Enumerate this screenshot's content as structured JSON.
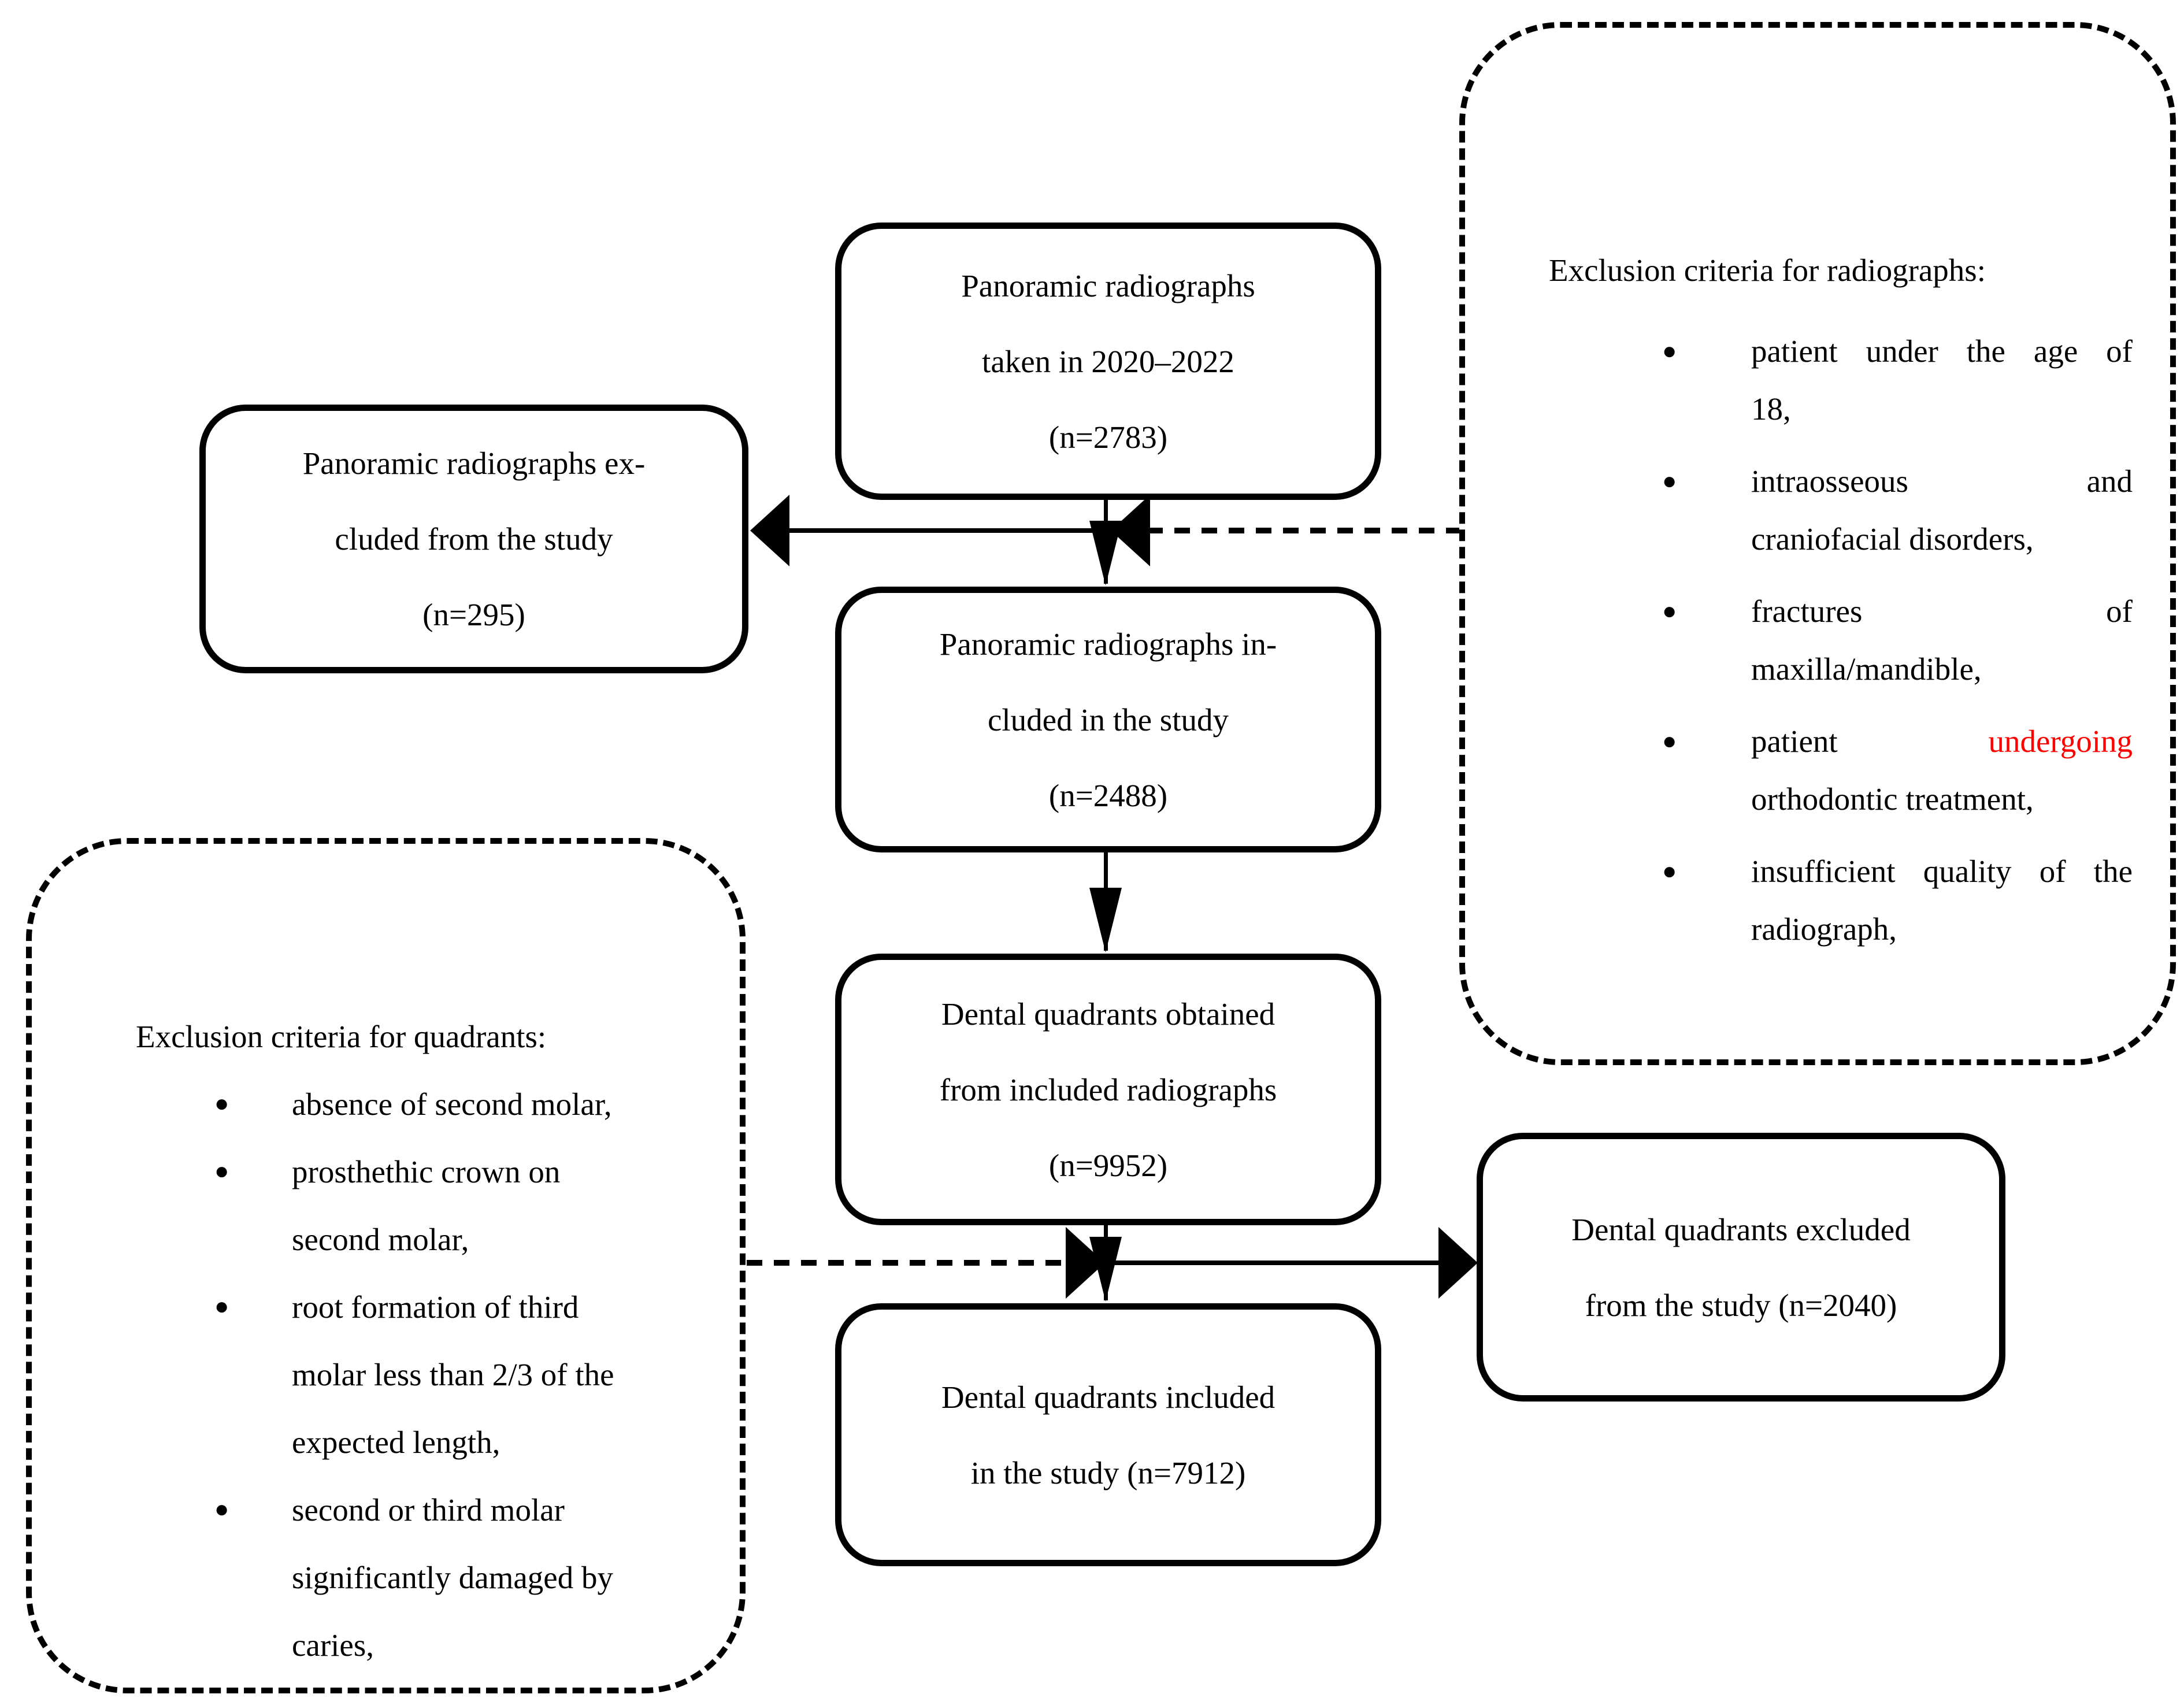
{
  "colors": {
    "line": "#000000",
    "accent_red": "#ff0000",
    "background": "#ffffff"
  },
  "boxes": {
    "radiographs_taken": {
      "lines": [
        "Panoramic radiographs",
        "taken in 2020–2022",
        "(n=2783)"
      ]
    },
    "radiographs_excluded": {
      "lines": [
        "Panoramic radiographs ex-",
        "cluded from the study",
        "(n=295)"
      ]
    },
    "radiographs_included": {
      "lines": [
        "Panoramic radiographs in-",
        "cluded in the study",
        "(n=2488)"
      ]
    },
    "quadrants_obtained": {
      "lines": [
        "Dental quadrants obtained",
        "from included radiographs",
        "(n=9952)"
      ]
    },
    "quadrants_excluded": {
      "lines": [
        "Dental quadrants excluded",
        "from the study (n=2040)"
      ]
    },
    "quadrants_included": {
      "lines": [
        "Dental quadrants included",
        "in the study (n=7912)"
      ]
    }
  },
  "exclusion_radiographs": {
    "title": "Exclusion criteria for radiographs:",
    "items": [
      {
        "lines": [
          {
            "seg": [
              {
                "t": "patient under the age of"
              }
            ],
            "just": true
          },
          {
            "seg": [
              {
                "t": "18,"
              }
            ]
          }
        ]
      },
      {
        "lines": [
          {
            "seg": [
              {
                "t": "intraosseous and"
              }
            ],
            "just": true
          },
          {
            "seg": [
              {
                "t": "craniofacial disorders,"
              }
            ]
          }
        ]
      },
      {
        "lines": [
          {
            "seg": [
              {
                "t": "fractures of"
              }
            ],
            "just": true
          },
          {
            "seg": [
              {
                "t": "maxilla/mandible,"
              }
            ]
          }
        ]
      },
      {
        "lines": [
          {
            "seg": [
              {
                "t": "patient "
              },
              {
                "t": "undergoing",
                "red": true
              }
            ],
            "just": true
          },
          {
            "seg": [
              {
                "t": "orthodontic treatment,"
              }
            ]
          }
        ]
      },
      {
        "lines": [
          {
            "seg": [
              {
                "t": "insufficient quality of the"
              }
            ],
            "just": true
          },
          {
            "seg": [
              {
                "t": "radiograph,"
              }
            ]
          }
        ]
      }
    ]
  },
  "exclusion_quadrants": {
    "title": "Exclusion criteria for quadrants:",
    "items": [
      {
        "lines": [
          {
            "seg": [
              {
                "t": "absence of second molar,"
              }
            ]
          }
        ]
      },
      {
        "lines": [
          {
            "seg": [
              {
                "t": "prosthethic crown on"
              }
            ]
          },
          {
            "seg": [
              {
                "t": "second molar,"
              }
            ]
          }
        ]
      },
      {
        "lines": [
          {
            "seg": [
              {
                "t": "root formation of third"
              }
            ]
          },
          {
            "seg": [
              {
                "t": "molar less than 2/3 of the"
              }
            ]
          },
          {
            "seg": [
              {
                "t": "expected length,"
              }
            ]
          }
        ]
      },
      {
        "lines": [
          {
            "seg": [
              {
                "t": "second or third molar"
              }
            ]
          },
          {
            "seg": [
              {
                "t": "significantly damaged by"
              }
            ]
          },
          {
            "seg": [
              {
                "t": "caries,"
              }
            ]
          }
        ]
      }
    ]
  }
}
